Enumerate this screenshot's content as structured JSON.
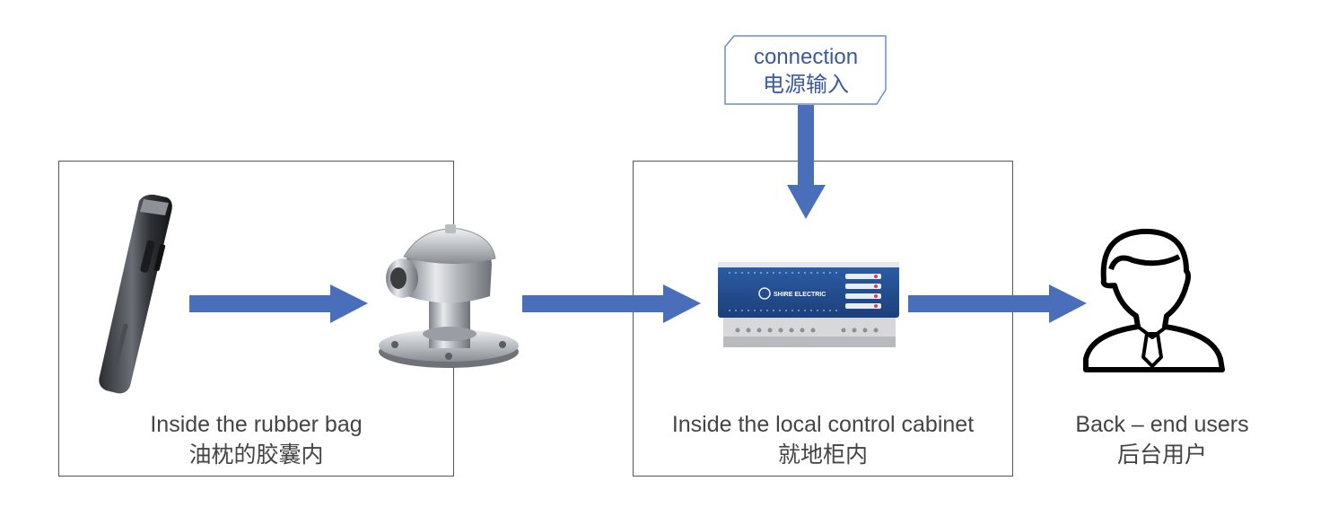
{
  "power_callout": {
    "line1": "connection",
    "line2": "电源输入"
  },
  "groups": [
    {
      "line1": "Inside the rubber bag",
      "line2": "油枕的胶囊内"
    },
    {
      "line1": "Inside the local control cabinet",
      "line2": "就地柜内"
    }
  ],
  "users": {
    "line1": "Back – end users",
    "line2": "后台用户"
  },
  "controller": {
    "brand": "SHIRE ELECTRIC"
  },
  "colors": {
    "arrow": "#4a6fba",
    "callout_border": "#6a8bc8",
    "callout_text": "#3a5a9a"
  }
}
